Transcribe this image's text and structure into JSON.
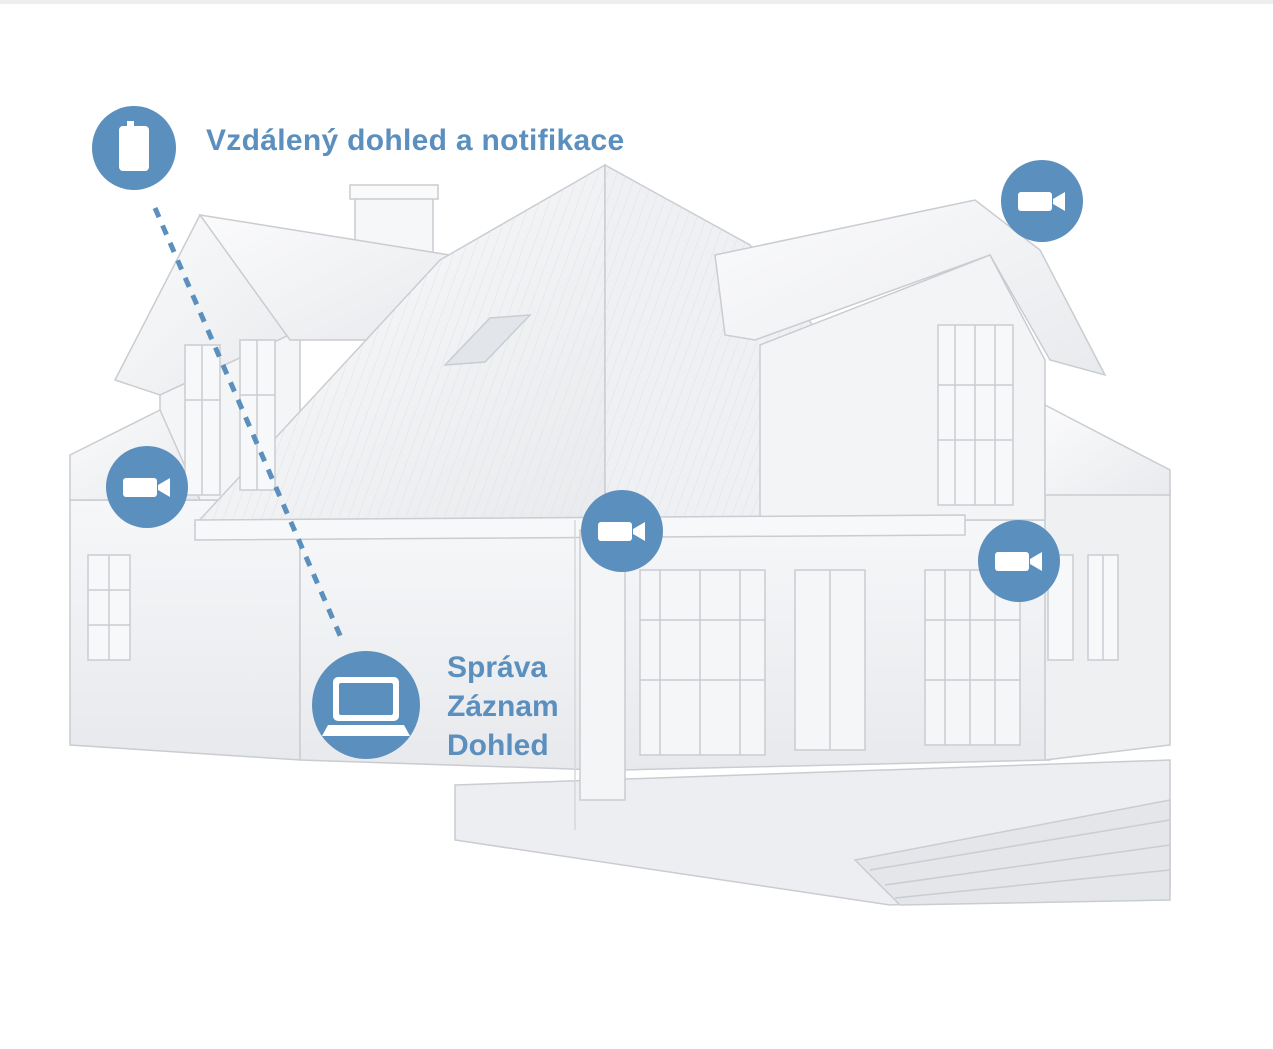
{
  "labels": {
    "remote": "Vzdálený dohled a notifikace",
    "management": "Správa",
    "recording": "Záznam",
    "surveillance": "Dohled"
  },
  "icons": {
    "phone": "mobile-phone-icon",
    "camera": "video-camera-icon",
    "computer": "laptop-icon"
  },
  "colors": {
    "accent": "#5b8fbe",
    "house": "#f2f3f5",
    "house_stroke": "#c9ccd1"
  }
}
